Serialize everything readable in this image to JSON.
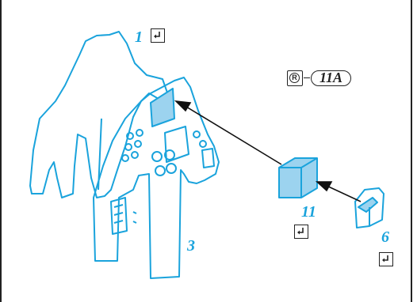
{
  "part_labels": {
    "p1": "1",
    "p3": "3",
    "p6": "6",
    "p11": "11"
  },
  "paint_ref": {
    "symbol": "R",
    "code": "11A"
  },
  "icons": {
    "glue_box": "return-arrow-icon",
    "paint_symbol": "registered-circle-icon"
  },
  "colors": {
    "line_art": "#1aa3dc",
    "highlight_fill": "#9cd3ef",
    "frame": "#222222"
  }
}
